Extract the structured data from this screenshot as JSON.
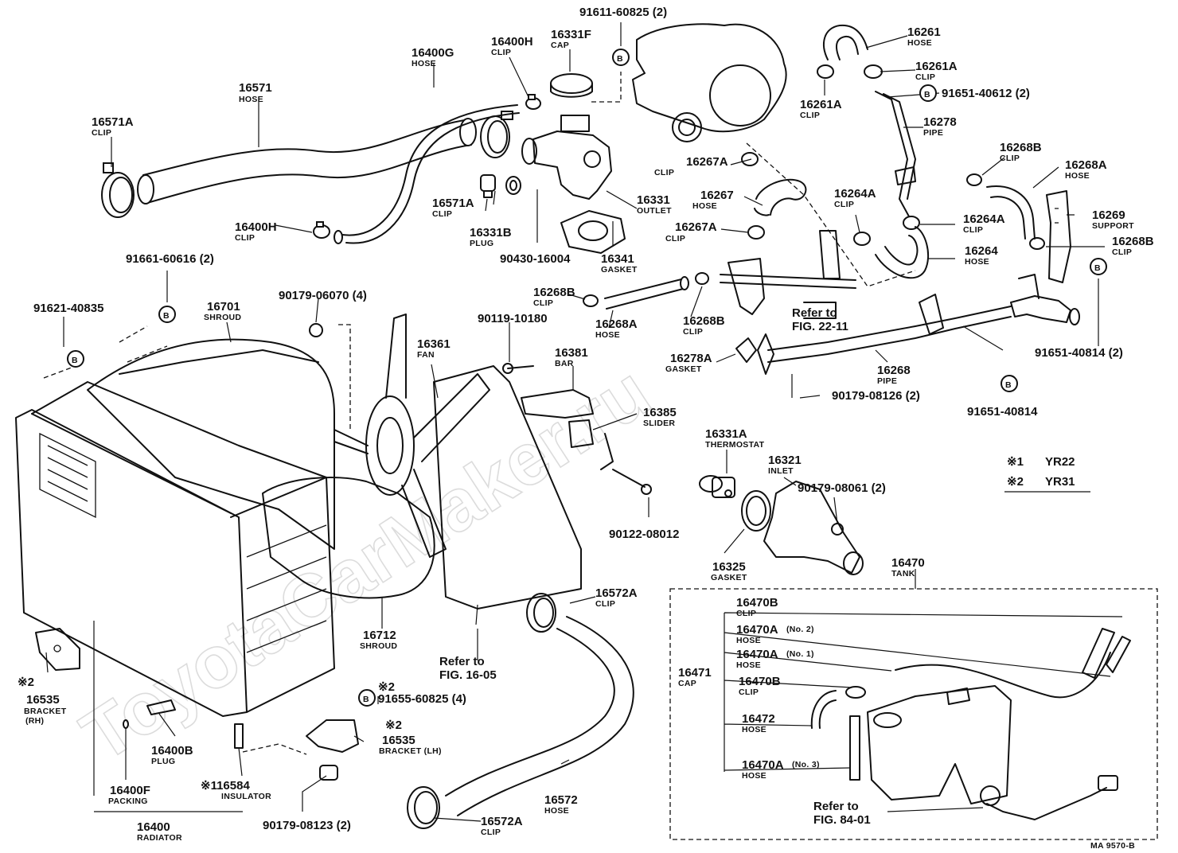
{
  "watermark": "ToyotaCarMaker.ru",
  "figure_code": "MA 9570-B",
  "legend": {
    "mark1": "※1",
    "mark1_label": "YR22",
    "mark2": "※2",
    "mark2_label": "YR31"
  },
  "refs": {
    "fig_22_11_line1": "Refer to",
    "fig_22_11_line2": "FIG. 22-11",
    "fig_16_05_line1": "Refer to",
    "fig_16_05_line2": "FIG. 16-05",
    "fig_84_01_line1": "Refer to",
    "fig_84_01_line2": "FIG. 84-01"
  },
  "b_marker": "B",
  "star2": "※2",
  "parts": {
    "p16571_no": "16571",
    "p16571_name": "HOSE",
    "p16571A_no": "16571A",
    "p16571A_name": "CLIP",
    "p16400G_no": "16400G",
    "p16400G_name": "HOSE",
    "p16400H_top_no": "16400H",
    "p16400H_top_name": "CLIP",
    "p16331F_no": "16331F",
    "p16331F_name": "CAP",
    "p91611_no": "91611-60825 (2)",
    "p16571A2_no": "16571A",
    "p16571A2_name": "CLIP",
    "p16331B_no": "16331B",
    "p16331B_name": "PLUG",
    "p90430_no": "90430-16004",
    "p16331_no": "16331",
    "p16331_name": "OUTLET",
    "p16341_no": "16341",
    "p16341_name": "GASKET",
    "p16400H_no": "16400H",
    "p16400H_name": "CLIP",
    "p16261_no": "16261",
    "p16261_name": "HOSE",
    "p16261A_no": "16261A",
    "p16261A_name": "CLIP",
    "p16261A2_no": "16261A",
    "p16261A2_name": "CLIP",
    "p91651_40612_no": "91651-40612 (2)",
    "p16278_no": "16278",
    "p16278_name": "PIPE",
    "p16267A_no": "16267A",
    "p16267A_name": "CLIP",
    "p16267_no": "16267",
    "p16267_name": "HOSE",
    "p16267A2_no": "16267A",
    "p16267A2_name": "CLIP",
    "p16264A_no": "16264A",
    "p16264A_name": "CLIP",
    "p16264A2_no": "16264A",
    "p16264A2_name": "CLIP",
    "p16264_no": "16264",
    "p16264_name": "HOSE",
    "p16268B_no": "16268B",
    "p16268B_name": "CLIP",
    "p16268A_no": "16268A",
    "p16268A_name": "HOSE",
    "p16269_no": "16269",
    "p16269_name": "SUPPORT",
    "p16268B2_no": "16268B",
    "p16268B2_name": "CLIP",
    "p91651_40814_no": "91651-40814 (2)",
    "p91651_40814b_no": "91651-40814",
    "p16268B3_no": "16268B",
    "p16268B3_name": "CLIP",
    "p16268A2_no": "16268A",
    "p16268A2_name": "HOSE",
    "p16268B4_no": "16268B",
    "p16268B4_name": "CLIP",
    "p16278A_no": "16278A",
    "p16278A_name": "GASKET",
    "p16268_no": "16268",
    "p16268_name": "PIPE",
    "p90179_08126_no": "90179-08126 (2)",
    "p91661_no": "91661-60616 (2)",
    "p91621_no": "91621-40835",
    "p16701_no": "16701",
    "p16701_name": "SHROUD",
    "p90179_06070_no": "90179-06070 (4)",
    "p16361_no": "16361",
    "p16361_name": "FAN",
    "p90119_no": "90119-10180",
    "p16381_no": "16381",
    "p16381_name": "BAR",
    "p16385_no": "16385",
    "p16385_name": "SLIDER",
    "p90122_no": "90122-08012",
    "p16331A_no": "16331A",
    "p16331A_name": "THERMOSTAT",
    "p16321_no": "16321",
    "p16321_name": "INLET",
    "p90179_08061_no": "90179-08061 (2)",
    "p16325_no": "16325",
    "p16325_name": "GASKET",
    "p16712_no": "16712",
    "p16712_name": "SHROUD",
    "p16572A_no": "16572A",
    "p16572A_name": "CLIP",
    "p16572_no": "16572",
    "p16572_name": "HOSE",
    "p16572A2_no": "16572A",
    "p16572A2_name": "CLIP",
    "p91655_no": "91655-60825 (4)",
    "p16535RH_no": "16535",
    "p16535RH_name": "BRACKET",
    "p16535RH_side": "(RH)",
    "p16535LH_no": "16535",
    "p16535LH_name": "BRACKET (LH)",
    "p16400B_no": "16400B",
    "p16400B_name": "PLUG",
    "p16584_no": "※116584",
    "p16584_name": "INSULATOR",
    "p16400F_no": "16400F",
    "p16400F_name": "PACKING",
    "p16400_no": "16400",
    "p16400_name": "RADIATOR",
    "p90179_08123_no": "90179-08123 (2)",
    "p16470_no": "16470",
    "p16470_name": "TANK",
    "p16470B_no": "16470B",
    "p16470B_name": "CLIP",
    "p16470A2_no": "16470A",
    "p16470A2_tag": "(No. 2)",
    "p16470A2_name": "HOSE",
    "p16470A1_no": "16470A",
    "p16470A1_tag": "(No. 1)",
    "p16470A1_name": "HOSE",
    "p16471_no": "16471",
    "p16471_name": "CAP",
    "p16470B2_no": "16470B",
    "p16470B2_name": "CLIP",
    "p16472_no": "16472",
    "p16472_name": "HOSE",
    "p16470A3_no": "16470A",
    "p16470A3_tag": "(No. 3)",
    "p16470A3_name": "HOSE"
  }
}
